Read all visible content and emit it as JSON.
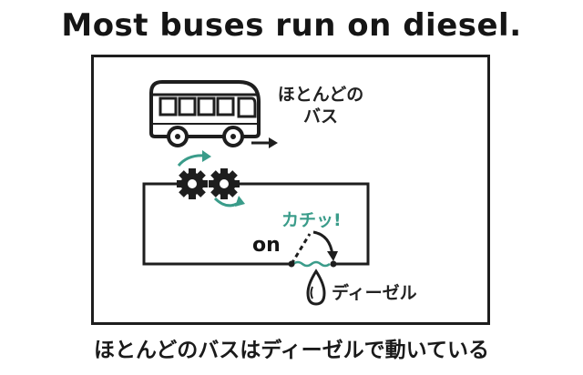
{
  "title": "Most buses run on diesel.",
  "diagram": {
    "bus_label_line1": "ほとんどの",
    "bus_label_line2": "バス",
    "switch_sound": "カチッ!",
    "switch_state": "on",
    "fuel_label": "ディーゼル"
  },
  "caption": "ほとんどのバスはディーゼルで動いている",
  "icons": [
    "bus-icon",
    "gear-icon",
    "gear-icon",
    "rotation-arrow-icon",
    "right-arrow-icon",
    "switch-icon",
    "fuel-drop-icon"
  ],
  "colors": {
    "accent": "#3a9c8a",
    "ink": "#1e1e1e"
  }
}
